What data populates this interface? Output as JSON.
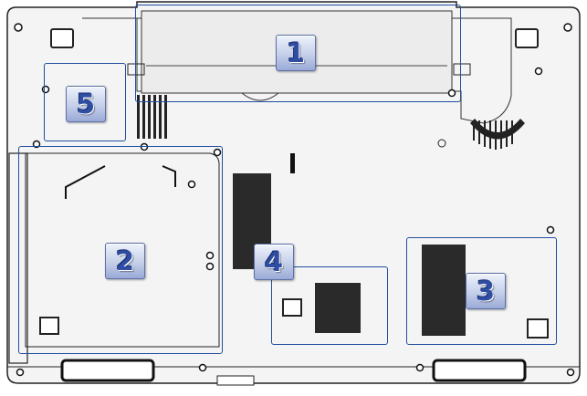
{
  "figure": {
    "callouts": [
      {
        "id": "1",
        "label": "1"
      },
      {
        "id": "2",
        "label": "2"
      },
      {
        "id": "3",
        "label": "3"
      },
      {
        "id": "4",
        "label": "4"
      },
      {
        "id": "5",
        "label": "5"
      }
    ],
    "colors": {
      "outline": "#1f4fa0",
      "body_stroke": "#222222",
      "body_fill": "#f4f4f4",
      "callout_text": "#2f4ea3"
    }
  }
}
